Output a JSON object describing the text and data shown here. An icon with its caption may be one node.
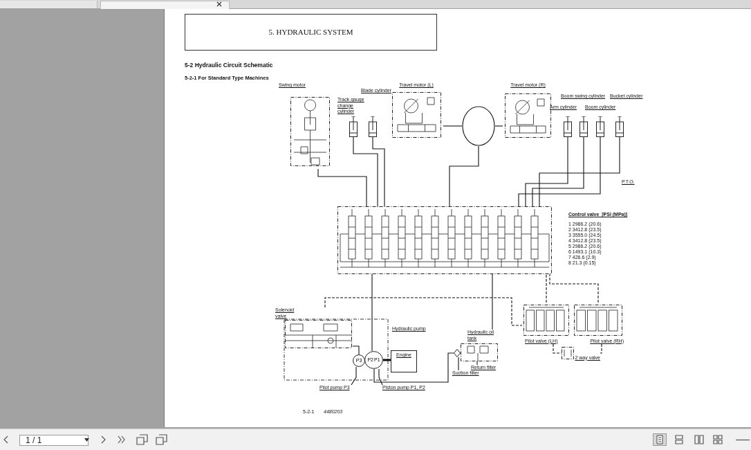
{
  "diagram": {
    "nodes": [
      {
        "text": [
          "5. HYDRAULIC SYSTEM"
        ]
      },
      {
        "text": [
          "Swing motor"
        ]
      },
      {
        "text": [],
        "shape": "cylinder"
      },
      {
        "text": [],
        "shape": "cylinder"
      },
      {
        "text": [
          "Travel motor (L)"
        ]
      },
      {
        "text": [],
        "shape": "circle"
      },
      {
        "text": [
          "Travel motor (R)"
        ]
      },
      {
        "text": [],
        "shape": "cylinder"
      },
      {
        "text": [],
        "shape": "cylinder"
      },
      {
        "text": [],
        "shape": "cylinder"
      },
      {
        "text": [],
        "shape": "cylinder"
      },
      {
        "text": [],
        "shape": "box"
      },
      {
        "text": [
          "Solenoid valve"
        ]
      },
      {
        "text": [
          "P3"
        ]
      },
      {
        "text": [
          "P2",
          "P1"
        ]
      },
      {
        "text": [
          "Engine"
        ]
      },
      {
        "text": [
          "Hydraulic oil tank"
        ]
      },
      {
        "text": [
          "Pilot pump P3"
        ]
      },
      {
        "text": [
          "Piston pump P1, P2"
        ]
      },
      {
        "text": [
          "Suction filter"
        ]
      },
      {
        "text": [
          "Return filter"
        ]
      },
      {
        "text": [],
        "shape": "diamond"
      },
      {
        "text": [
          "Pilot valve (LH)"
        ]
      },
      {
        "text": [
          "Pilot valve (RH)"
        ]
      },
      {
        "text": [
          "2 way valve"
        ]
      }
    ],
    "edges": [
      {
        "from": 1,
        "to": 11,
        "arrow": "none"
      },
      {
        "from": 3,
        "to": 11,
        "arrow": "none"
      },
      {
        "from": 2,
        "to": 11,
        "arrow": "none"
      },
      {
        "from": 4,
        "to": 5,
        "arrow": "none"
      },
      {
        "from": 6,
        "to": 5,
        "arrow": "none"
      },
      {
        "from": 5,
        "to": 11,
        "arrow": "none"
      },
      {
        "from": 7,
        "to": 11,
        "arrow": "none"
      },
      {
        "from": 8,
        "to": 11,
        "arrow": "none"
      },
      {
        "from": 9,
        "to": 11,
        "arrow": "none"
      },
      {
        "from": 10,
        "to": 11,
        "arrow": "none"
      },
      {
        "from": 14,
        "to": 11,
        "arrow": "none"
      },
      {
        "from": 13,
        "to": 12,
        "arrow": "none"
      },
      {
        "from": 21,
        "to": 14,
        "arrow": "none"
      },
      {
        "from": 11,
        "to": 16,
        "arrow": "none"
      },
      {
        "from": 12,
        "to": 22,
        "arrow": "none",
        "style": "dashed"
      },
      {
        "from": 22,
        "to": 11,
        "arrow": "none",
        "style": "dashed"
      },
      {
        "from": 23,
        "to": 11,
        "arrow": "none",
        "style": "dashed"
      },
      {
        "from": 22,
        "to": 24,
        "arrow": "none",
        "style": "dashed"
      },
      {
        "from": 23,
        "to": 24,
        "arrow": "none",
        "style": "dashed"
      },
      {
        "from": 15,
        "to": 14,
        "arrow": "none",
        "style": "thick"
      },
      {
        "from": 17,
        "to": 13,
        "arrow": "none"
      },
      {
        "from": 18,
        "to": 14,
        "arrow": "none"
      },
      {
        "from": 19,
        "to": 21,
        "arrow": "none"
      },
      {
        "from": 20,
        "to": 16,
        "arrow": "none"
      }
    ],
    "labels": [
      "5-2 Hydraulic Circuit Schematic",
      "5-2-1 For Standard Type Machines",
      "Blade cylinder",
      "Track gauge change cylinder",
      "Boom swing cylinder",
      "Bucket cylinder",
      "Arm cylinder",
      "Boom cylinder",
      "P.T.O.",
      "Control valve  [PSI (MPa)]",
      "1 2986.2 (20.6)",
      "2 3412.8 (23.5)",
      "3 3555.0 (24.5)",
      "4 3412.8 (23.5)",
      "5 2986.2 (20.6)",
      "6 1493.1 (10.3)",
      "7 426.6 (2.9)",
      "8 21.3 (0.15)",
      "Hydraulic pump",
      "5-2-1",
      "4480203",
      "1 / 1"
    ]
  }
}
